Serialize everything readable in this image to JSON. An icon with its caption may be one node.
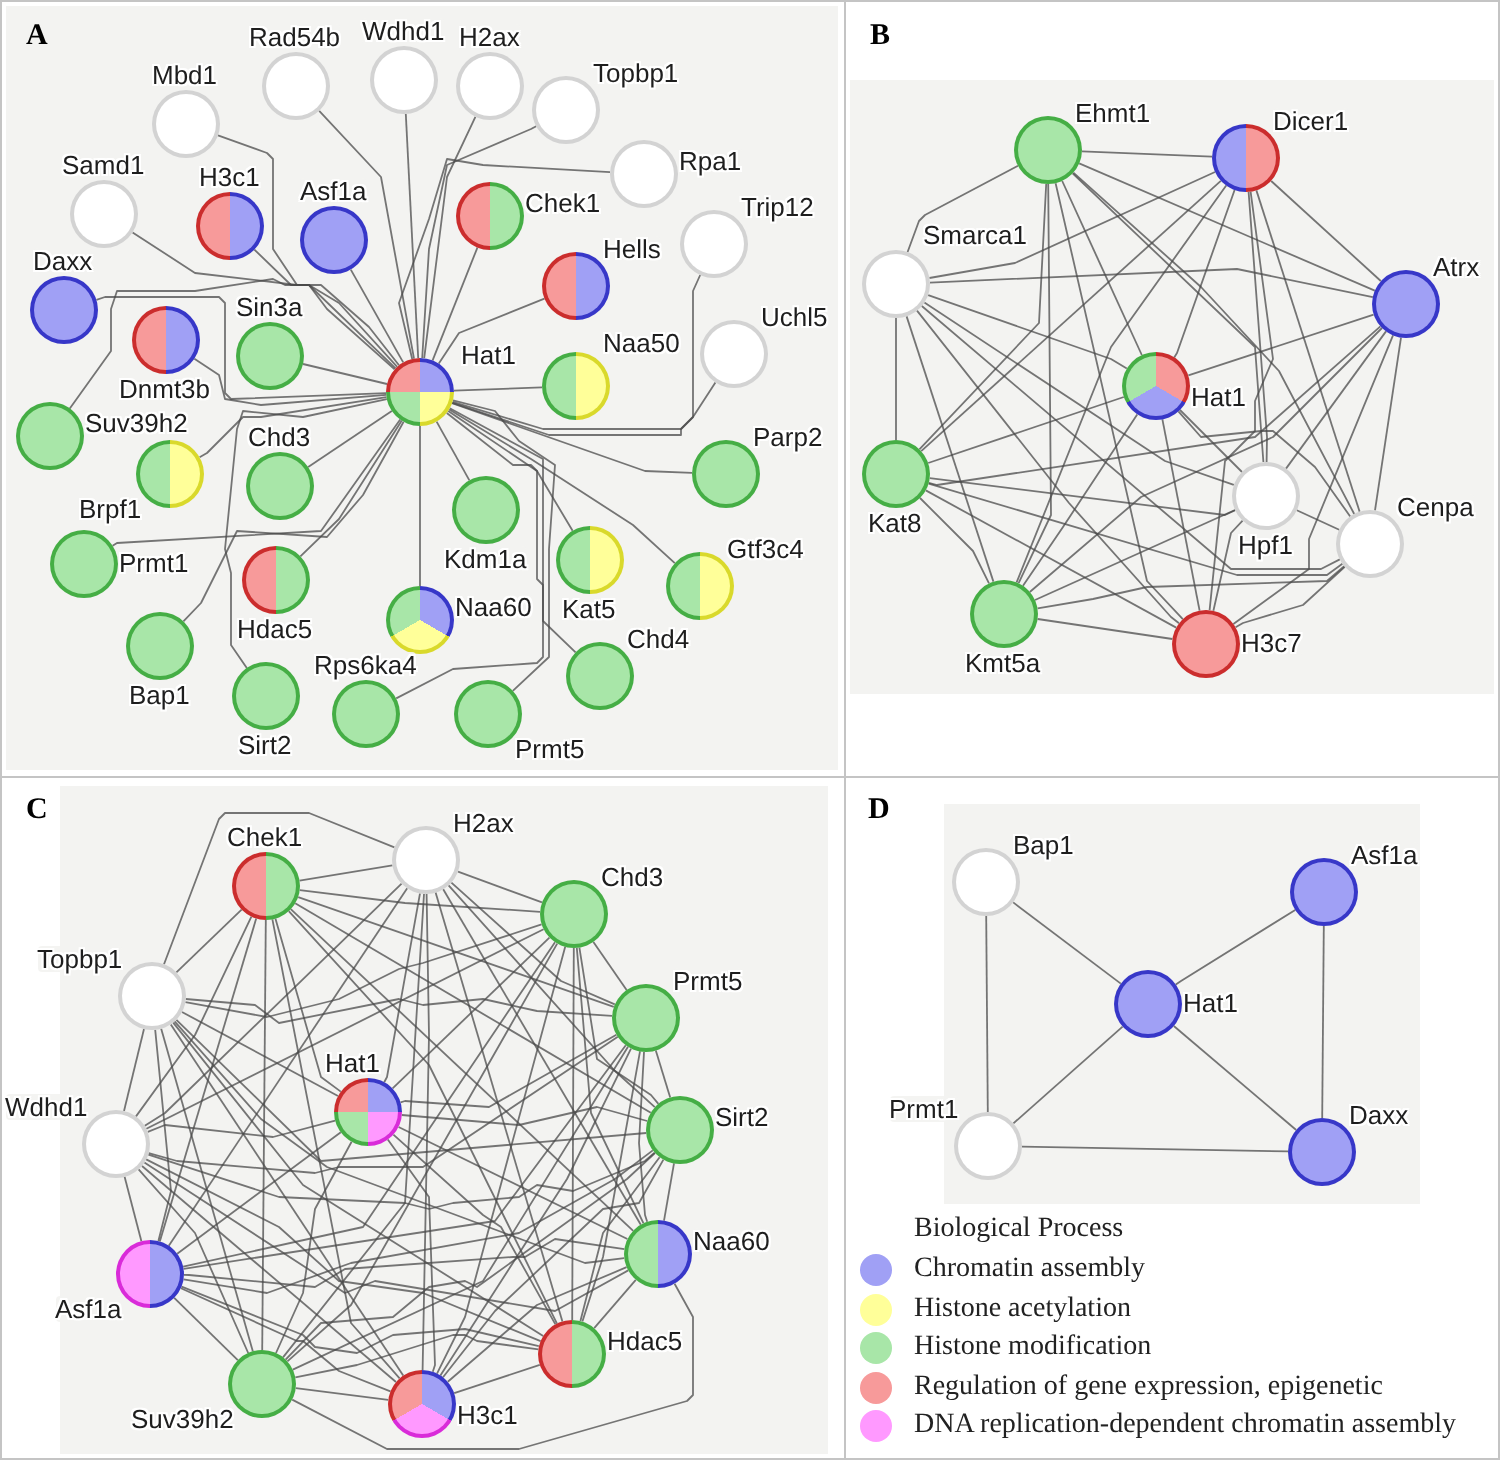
{
  "diagram": {
    "nodes": [
      {
        "text": [
          "A"
        ]
      },
      {
        "text": [
          "Mbd1"
        ],
        "in": 0
      },
      {
        "text": [
          "Rad54b"
        ],
        "in": 0
      },
      {
        "text": [
          "Wdhd1"
        ],
        "in": 0
      },
      {
        "text": [
          "H2ax"
        ],
        "in": 0
      },
      {
        "text": [
          "Topbp1"
        ],
        "in": 0
      },
      {
        "text": [
          "Rpa1"
        ],
        "in": 0
      },
      {
        "text": [
          "Samd1"
        ],
        "in": 0
      },
      {
        "text": [
          "H3c1"
        ],
        "in": 0
      },
      {
        "text": [
          "Asf1a"
        ],
        "in": 0
      },
      {
        "text": [
          "Chek1"
        ],
        "in": 0
      },
      {
        "text": [
          "Hells"
        ],
        "in": 0
      },
      {
        "text": [
          "Trip12"
        ],
        "in": 0
      },
      {
        "text": [
          "Daxx"
        ],
        "in": 0
      },
      {
        "text": [
          "Dnmt3b"
        ],
        "in": 0
      },
      {
        "text": [
          "Sin3a"
        ],
        "in": 0
      },
      {
        "text": [
          "Hat1"
        ],
        "in": 0
      },
      {
        "text": [
          "Naa50"
        ],
        "in": 0
      },
      {
        "text": [
          "Uchl5"
        ],
        "in": 0
      },
      {
        "text": [
          "Suv39h2"
        ],
        "in": 0
      },
      {
        "text": [
          "Brpf1"
        ],
        "in": 0
      },
      {
        "text": [
          "Chd3"
        ],
        "in": 0
      },
      {
        "text": [
          "Kdm1a"
        ],
        "in": 0
      },
      {
        "text": [
          "Parp2"
        ],
        "in": 0
      },
      {
        "text": [
          "Prmt1"
        ],
        "in": 0
      },
      {
        "text": [
          "Hdac5"
        ],
        "in": 0
      },
      {
        "text": [
          "Naa60"
        ],
        "in": 0
      },
      {
        "text": [
          "Kat5"
        ],
        "in": 0
      },
      {
        "text": [
          "Gtf3c4"
        ],
        "in": 0
      },
      {
        "text": [
          "Bap1"
        ],
        "in": 0
      },
      {
        "text": [
          "Sirt2"
        ],
        "in": 0
      },
      {
        "text": [
          "Rps6ka4"
        ],
        "in": 0
      },
      {
        "text": [
          "Prmt5"
        ],
        "in": 0
      },
      {
        "text": [
          "Chd4"
        ],
        "in": 0
      },
      {
        "text": [
          "B"
        ]
      },
      {
        "text": [
          "Ehmt1"
        ],
        "in": 34
      },
      {
        "text": [
          "Dicer1"
        ],
        "in": 34
      },
      {
        "text": [
          "Smarca1"
        ],
        "in": 34
      },
      {
        "text": [
          "Atrx"
        ],
        "in": 34
      },
      {
        "text": [
          "Hat1"
        ],
        "in": 34
      },
      {
        "text": [
          "Kat8"
        ],
        "in": 34
      },
      {
        "text": [
          "Hpf1"
        ],
        "in": 34
      },
      {
        "text": [
          "Cenpa"
        ],
        "in": 34
      },
      {
        "text": [
          "Kmt5a"
        ],
        "in": 34
      },
      {
        "text": [
          "H3c7"
        ],
        "in": 34
      },
      {
        "text": [
          "C"
        ]
      },
      {
        "text": [
          "Chek1"
        ],
        "in": 45
      },
      {
        "text": [
          "H2ax"
        ],
        "in": 45
      },
      {
        "text": [
          "Chd3"
        ],
        "in": 45
      },
      {
        "text": [
          "Topbp1"
        ],
        "in": 45
      },
      {
        "text": [
          "Prmt5"
        ],
        "in": 45
      },
      {
        "text": [
          "Hat1"
        ],
        "in": 45
      },
      {
        "text": [
          "Wdhd1"
        ],
        "in": 45
      },
      {
        "text": [
          "Sirt2"
        ],
        "in": 45
      },
      {
        "text": [
          "Naa60"
        ],
        "in": 45
      },
      {
        "text": [
          "Asf1a"
        ],
        "in": 45
      },
      {
        "text": [
          "Hdac5"
        ],
        "in": 45
      },
      {
        "text": [
          "Suv39h2"
        ],
        "in": 45
      },
      {
        "text": [
          "H3c1"
        ],
        "in": 45
      },
      {
        "text": [
          "D"
        ]
      },
      {
        "text": [
          "Bap1"
        ],
        "in": 59
      },
      {
        "text": [
          "Asf1a"
        ],
        "in": 59
      },
      {
        "text": [
          "Hat1"
        ],
        "in": 59
      },
      {
        "text": [
          "Prmt1"
        ],
        "in": 59
      },
      {
        "text": [
          "Daxx"
        ],
        "in": 59
      }
    ],
    "edges": [
      {
        "from": 16,
        "to": 1,
        "arrow": "none"
      },
      {
        "from": 16,
        "to": 2,
        "arrow": "none"
      },
      {
        "from": 16,
        "to": 3,
        "arrow": "none"
      },
      {
        "from": 16,
        "to": 4,
        "arrow": "none"
      },
      {
        "from": 16,
        "to": 5,
        "arrow": "none"
      },
      {
        "from": 16,
        "to": 6,
        "arrow": "none"
      },
      {
        "from": 16,
        "to": 7,
        "arrow": "none"
      },
      {
        "from": 16,
        "to": 8,
        "arrow": "none"
      },
      {
        "from": 16,
        "to": 9,
        "arrow": "none"
      },
      {
        "from": 16,
        "to": 10,
        "arrow": "none"
      },
      {
        "from": 16,
        "to": 11,
        "arrow": "none"
      },
      {
        "from": 16,
        "to": 12,
        "arrow": "none"
      },
      {
        "from": 16,
        "to": 13,
        "arrow": "none"
      },
      {
        "from": 16,
        "to": 14,
        "arrow": "none"
      },
      {
        "from": 16,
        "to": 15,
        "arrow": "none"
      },
      {
        "from": 16,
        "to": 17,
        "arrow": "none"
      },
      {
        "from": 16,
        "to": 18,
        "arrow": "none"
      },
      {
        "from": 16,
        "to": 19,
        "arrow": "none"
      },
      {
        "from": 16,
        "to": 20,
        "arrow": "none"
      },
      {
        "from": 16,
        "to": 21,
        "arrow": "none"
      },
      {
        "from": 16,
        "to": 22,
        "arrow": "none"
      },
      {
        "from": 16,
        "to": 23,
        "arrow": "none"
      },
      {
        "from": 16,
        "to": 24,
        "arrow": "none"
      },
      {
        "from": 16,
        "to": 25,
        "arrow": "none"
      },
      {
        "from": 16,
        "to": 26,
        "arrow": "none"
      },
      {
        "from": 16,
        "to": 27,
        "arrow": "none"
      },
      {
        "from": 16,
        "to": 28,
        "arrow": "none"
      },
      {
        "from": 16,
        "to": 29,
        "arrow": "none"
      },
      {
        "from": 16,
        "to": 30,
        "arrow": "none"
      },
      {
        "from": 16,
        "to": 31,
        "arrow": "none"
      },
      {
        "from": 16,
        "to": 32,
        "arrow": "none"
      },
      {
        "from": 16,
        "to": 33,
        "arrow": "none"
      },
      {
        "from": 35,
        "to": 36,
        "arrow": "none"
      },
      {
        "from": 35,
        "to": 37,
        "arrow": "none"
      },
      {
        "from": 35,
        "to": 38,
        "arrow": "none"
      },
      {
        "from": 35,
        "to": 39,
        "arrow": "none"
      },
      {
        "from": 35,
        "to": 40,
        "arrow": "none"
      },
      {
        "from": 35,
        "to": 41,
        "arrow": "none"
      },
      {
        "from": 35,
        "to": 42,
        "arrow": "none"
      },
      {
        "from": 35,
        "to": 43,
        "arrow": "none"
      },
      {
        "from": 35,
        "to": 44,
        "arrow": "none"
      },
      {
        "from": 36,
        "to": 37,
        "arrow": "none"
      },
      {
        "from": 36,
        "to": 38,
        "arrow": "none"
      },
      {
        "from": 36,
        "to": 39,
        "arrow": "none"
      },
      {
        "from": 36,
        "to": 40,
        "arrow": "none"
      },
      {
        "from": 36,
        "to": 41,
        "arrow": "none"
      },
      {
        "from": 36,
        "to": 42,
        "arrow": "none"
      },
      {
        "from": 36,
        "to": 43,
        "arrow": "none"
      },
      {
        "from": 36,
        "to": 44,
        "arrow": "none"
      },
      {
        "from": 37,
        "to": 38,
        "arrow": "none"
      },
      {
        "from": 37,
        "to": 39,
        "arrow": "none"
      },
      {
        "from": 37,
        "to": 40,
        "arrow": "none"
      },
      {
        "from": 37,
        "to": 41,
        "arrow": "none"
      },
      {
        "from": 37,
        "to": 42,
        "arrow": "none"
      },
      {
        "from": 37,
        "to": 43,
        "arrow": "none"
      },
      {
        "from": 37,
        "to": 44,
        "arrow": "none"
      },
      {
        "from": 38,
        "to": 39,
        "arrow": "none"
      },
      {
        "from": 38,
        "to": 40,
        "arrow": "none"
      },
      {
        "from": 38,
        "to": 41,
        "arrow": "none"
      },
      {
        "from": 38,
        "to": 42,
        "arrow": "none"
      },
      {
        "from": 38,
        "to": 43,
        "arrow": "none"
      },
      {
        "from": 38,
        "to": 44,
        "arrow": "none"
      },
      {
        "from": 39,
        "to": 40,
        "arrow": "none"
      },
      {
        "from": 39,
        "to": 41,
        "arrow": "none"
      },
      {
        "from": 39,
        "to": 42,
        "arrow": "none"
      },
      {
        "from": 39,
        "to": 43,
        "arrow": "none"
      },
      {
        "from": 39,
        "to": 44,
        "arrow": "none"
      },
      {
        "from": 40,
        "to": 41,
        "arrow": "none"
      },
      {
        "from": 40,
        "to": 42,
        "arrow": "none"
      },
      {
        "from": 40,
        "to": 43,
        "arrow": "none"
      },
      {
        "from": 40,
        "to": 44,
        "arrow": "none"
      },
      {
        "from": 41,
        "to": 42,
        "arrow": "none"
      },
      {
        "from": 41,
        "to": 43,
        "arrow": "none"
      },
      {
        "from": 41,
        "to": 44,
        "arrow": "none"
      },
      {
        "from": 42,
        "to": 43,
        "arrow": "none"
      },
      {
        "from": 42,
        "to": 44,
        "arrow": "none"
      },
      {
        "from": 43,
        "to": 44,
        "arrow": "none"
      },
      {
        "from": 46,
        "to": 47,
        "arrow": "none"
      },
      {
        "from": 46,
        "to": 48,
        "arrow": "none"
      },
      {
        "from": 46,
        "to": 49,
        "arrow": "none"
      },
      {
        "from": 46,
        "to": 50,
        "arrow": "none"
      },
      {
        "from": 46,
        "to": 51,
        "arrow": "none"
      },
      {
        "from": 46,
        "to": 52,
        "arrow": "none"
      },
      {
        "from": 46,
        "to": 53,
        "arrow": "none"
      },
      {
        "from": 46,
        "to": 54,
        "arrow": "none"
      },
      {
        "from": 46,
        "to": 55,
        "arrow": "none"
      },
      {
        "from": 46,
        "to": 56,
        "arrow": "none"
      },
      {
        "from": 46,
        "to": 57,
        "arrow": "none"
      },
      {
        "from": 46,
        "to": 58,
        "arrow": "none"
      },
      {
        "from": 47,
        "to": 48,
        "arrow": "none"
      },
      {
        "from": 47,
        "to": 49,
        "arrow": "none"
      },
      {
        "from": 47,
        "to": 50,
        "arrow": "none"
      },
      {
        "from": 47,
        "to": 51,
        "arrow": "none"
      },
      {
        "from": 47,
        "to": 52,
        "arrow": "none"
      },
      {
        "from": 47,
        "to": 53,
        "arrow": "none"
      },
      {
        "from": 47,
        "to": 54,
        "arrow": "none"
      },
      {
        "from": 47,
        "to": 55,
        "arrow": "none"
      },
      {
        "from": 47,
        "to": 56,
        "arrow": "none"
      },
      {
        "from": 47,
        "to": 57,
        "arrow": "none"
      },
      {
        "from": 47,
        "to": 58,
        "arrow": "none"
      },
      {
        "from": 48,
        "to": 49,
        "arrow": "none"
      },
      {
        "from": 48,
        "to": 50,
        "arrow": "none"
      },
      {
        "from": 48,
        "to": 51,
        "arrow": "none"
      },
      {
        "from": 48,
        "to": 52,
        "arrow": "none"
      },
      {
        "from": 48,
        "to": 53,
        "arrow": "none"
      },
      {
        "from": 48,
        "to": 54,
        "arrow": "none"
      },
      {
        "from": 48,
        "to": 55,
        "arrow": "none"
      },
      {
        "from": 48,
        "to": 56,
        "arrow": "none"
      },
      {
        "from": 48,
        "to": 57,
        "arrow": "none"
      },
      {
        "from": 48,
        "to": 58,
        "arrow": "none"
      },
      {
        "from": 49,
        "to": 50,
        "arrow": "none"
      },
      {
        "from": 49,
        "to": 51,
        "arrow": "none"
      },
      {
        "from": 49,
        "to": 52,
        "arrow": "none"
      },
      {
        "from": 49,
        "to": 53,
        "arrow": "none"
      },
      {
        "from": 49,
        "to": 54,
        "arrow": "none"
      },
      {
        "from": 49,
        "to": 55,
        "arrow": "none"
      },
      {
        "from": 49,
        "to": 56,
        "arrow": "none"
      },
      {
        "from": 49,
        "to": 57,
        "arrow": "none"
      },
      {
        "from": 49,
        "to": 58,
        "arrow": "none"
      },
      {
        "from": 50,
        "to": 51,
        "arrow": "none"
      },
      {
        "from": 50,
        "to": 52,
        "arrow": "none"
      },
      {
        "from": 50,
        "to": 53,
        "arrow": "none"
      },
      {
        "from": 50,
        "to": 54,
        "arrow": "none"
      },
      {
        "from": 50,
        "to": 55,
        "arrow": "none"
      },
      {
        "from": 50,
        "to": 56,
        "arrow": "none"
      },
      {
        "from": 50,
        "to": 57,
        "arrow": "none"
      },
      {
        "from": 50,
        "to": 58,
        "arrow": "none"
      },
      {
        "from": 51,
        "to": 52,
        "arrow": "none"
      },
      {
        "from": 51,
        "to": 53,
        "arrow": "none"
      },
      {
        "from": 51,
        "to": 54,
        "arrow": "none"
      },
      {
        "from": 51,
        "to": 55,
        "arrow": "none"
      },
      {
        "from": 51,
        "to": 56,
        "arrow": "none"
      },
      {
        "from": 51,
        "to": 57,
        "arrow": "none"
      },
      {
        "from": 51,
        "to": 58,
        "arrow": "none"
      },
      {
        "from": 52,
        "to": 53,
        "arrow": "none"
      },
      {
        "from": 52,
        "to": 54,
        "arrow": "none"
      },
      {
        "from": 52,
        "to": 55,
        "arrow": "none"
      },
      {
        "from": 52,
        "to": 56,
        "arrow": "none"
      },
      {
        "from": 52,
        "to": 57,
        "arrow": "none"
      },
      {
        "from": 52,
        "to": 58,
        "arrow": "none"
      },
      {
        "from": 53,
        "to": 54,
        "arrow": "none"
      },
      {
        "from": 53,
        "to": 55,
        "arrow": "none"
      },
      {
        "from": 53,
        "to": 56,
        "arrow": "none"
      },
      {
        "from": 53,
        "to": 57,
        "arrow": "none"
      },
      {
        "from": 53,
        "to": 58,
        "arrow": "none"
      },
      {
        "from": 54,
        "to": 55,
        "arrow": "none"
      },
      {
        "from": 54,
        "to": 56,
        "arrow": "none"
      },
      {
        "from": 54,
        "to": 57,
        "arrow": "none"
      },
      {
        "from": 54,
        "to": 58,
        "arrow": "none"
      },
      {
        "from": 55,
        "to": 56,
        "arrow": "none"
      },
      {
        "from": 55,
        "to": 57,
        "arrow": "none"
      },
      {
        "from": 55,
        "to": 58,
        "arrow": "none"
      },
      {
        "from": 56,
        "to": 57,
        "arrow": "none"
      },
      {
        "from": 56,
        "to": 58,
        "arrow": "none"
      },
      {
        "from": 57,
        "to": 58,
        "arrow": "none"
      },
      {
        "from": 60,
        "to": 62,
        "arrow": "none"
      },
      {
        "from": 60,
        "to": 63,
        "arrow": "none"
      },
      {
        "from": 61,
        "to": 62,
        "arrow": "none"
      },
      {
        "from": 61,
        "to": 64,
        "arrow": "none"
      },
      {
        "from": 62,
        "to": 63,
        "arrow": "none"
      },
      {
        "from": 62,
        "to": 64,
        "arrow": "none"
      },
      {
        "from": 63,
        "to": 64,
        "arrow": "none"
      }
    ],
    "labels": [
      "Biological Process"
    ],
    "legend": [
      {
        "text": "Chromatin assembly",
        "color": "#a0a0f5"
      },
      {
        "text": "Histone acetylation",
        "color": "#ffff99"
      },
      {
        "text": "Histone modification",
        "color": "#a8e6a8"
      },
      {
        "text": "Regulation of gene expression, epigenetic",
        "color": "#f79a9a"
      },
      {
        "text": "DNA replication-dependent chromatin assembly",
        "color": "#ff99ff"
      }
    ]
  }
}
